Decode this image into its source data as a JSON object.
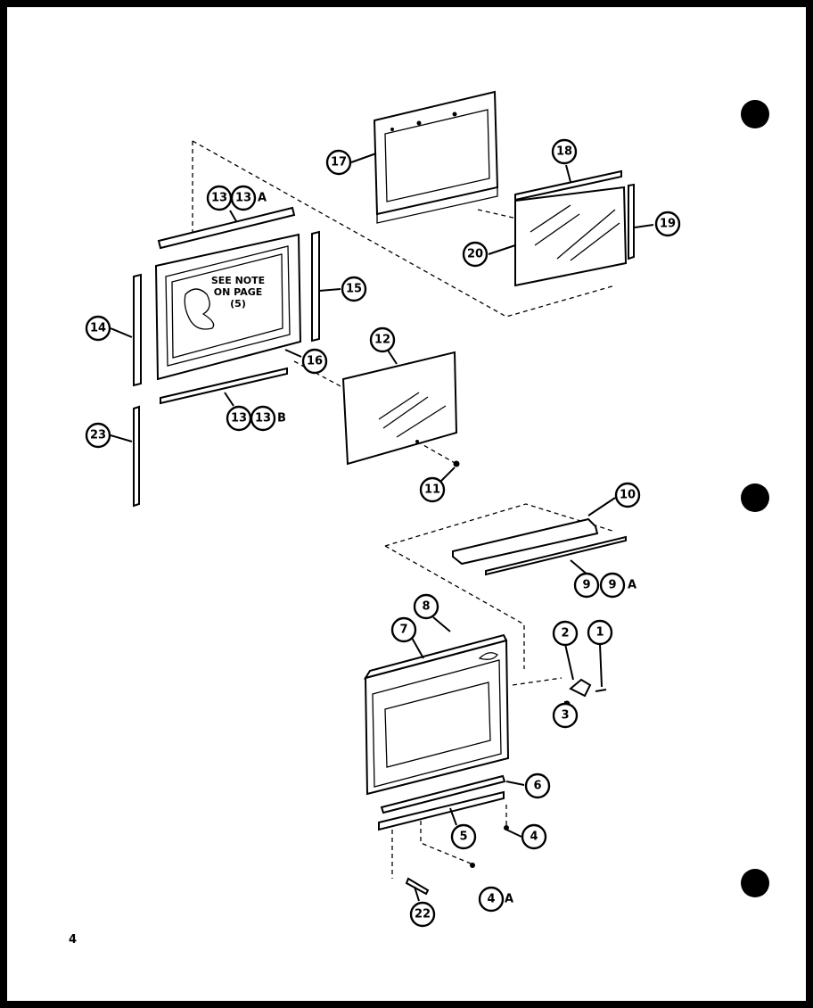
{
  "note_text": {
    "line1": "SEE NOTE",
    "line2": "ON PAGE",
    "line3": "(5)"
  },
  "page_number": "4",
  "callouts": {
    "c1": "1",
    "c2": "2",
    "c3": "3",
    "c4": "4",
    "c4a": "4",
    "c4a_suffix": "A",
    "c5": "5",
    "c6": "6",
    "c7": "7",
    "c8": "8",
    "c9a": "9",
    "c9b": "9",
    "c9_suffix": "A",
    "c10": "10",
    "c11": "11",
    "c12": "12",
    "c13a": "13",
    "c13b": "13",
    "c13_top_suffix": "A",
    "c13c": "13",
    "c13d": "13",
    "c13_bottom_suffix": "B",
    "c14": "14",
    "c15": "15",
    "c16": "16",
    "c17": "17",
    "c18": "18",
    "c19": "19",
    "c20": "20",
    "c22": "22",
    "c23": "23"
  }
}
